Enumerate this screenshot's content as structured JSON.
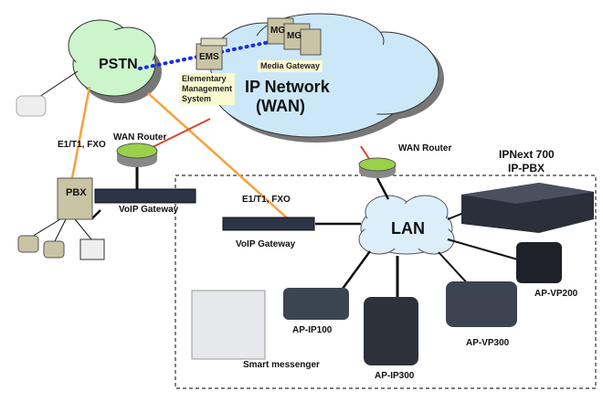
{
  "labels": {
    "pstn": "PSTN",
    "ip_network_1": "IP Network",
    "ip_network_2": "(WAN)",
    "ems": "EMS",
    "ems_note_1": "Elementary",
    "ems_note_2": "Management",
    "ems_note_3": "System",
    "mg": "MG",
    "media_gateway": "Media Gateway",
    "e1_left": "E1/T1, FXO",
    "e1_right": "E1/T1, FXO",
    "wan_router_left": "WAN Router",
    "wan_router_right": "WAN Router",
    "pbx": "PBX",
    "voip_gw_left": "VoIP Gateway",
    "voip_gw_right": "VoIP Gateway",
    "lan": "LAN",
    "ipnext_1": "IPNext 700",
    "ipnext_2": "IP-PBX",
    "ap_ip100": "AP-IP100",
    "ap_ip300": "AP-IP300",
    "ap_vp300": "AP-VP300",
    "ap_vp200": "AP-VP200",
    "smart_messenger": "Smart messenger"
  },
  "colors": {
    "pstn_cloud": "#ccf5cc",
    "wan_cloud": "#cce8f8",
    "lan_cloud": "#dceefa",
    "orange_link": "#f7a23a",
    "red_link": "#d9452e",
    "dotted_link": "#1a2ee0",
    "router": "#9ad04a"
  }
}
